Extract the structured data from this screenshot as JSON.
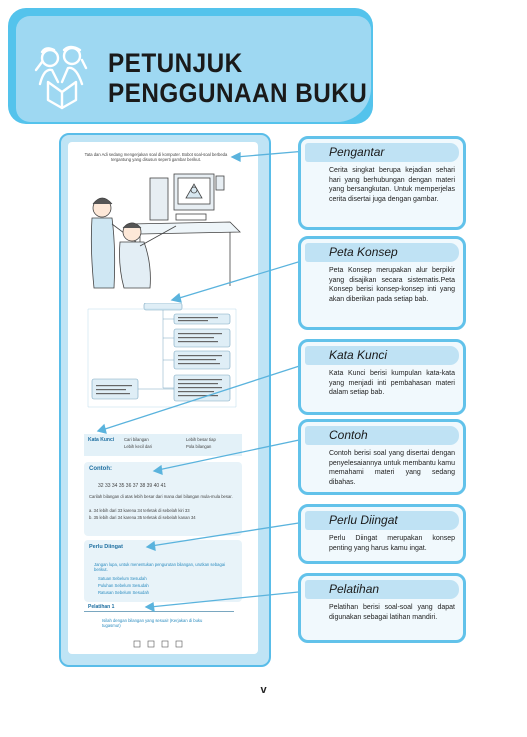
{
  "title": {
    "line1": "PETUNJUK",
    "line2": "PENGGUNAAN BUKU"
  },
  "callouts": [
    {
      "label": "Pengantar",
      "text": "Cerita singkat berupa kejadian sehari hari yang berhubungan dengan materi yang bersangkutan. Untuk memperjelas cerita disertai juga dengan gambar."
    },
    {
      "label": "Peta Konsep",
      "text": "Peta Konsep merupakan alur berpikir yang disajikan secara sistematis.Peta Konsep berisi konsep-konsep inti yang akan diberikan pada setiap bab."
    },
    {
      "label": "Kata Kunci",
      "text": "Kata Kunci berisi kumpulan kata-kata yang menjadi inti pembahasan materi dalam setiap bab."
    },
    {
      "label": "Contoh",
      "text": "Contoh berisi soal yang disertai dengan penyelesaiannya untuk membantu kamu memahami materi yang sedang dibahas."
    },
    {
      "label": "Perlu Diingat",
      "text": "Perlu Diingat merupakan konsep penting yang harus kamu ingat."
    },
    {
      "label": "Pelatihan",
      "text": "Pelatihan berisi soal-soal yang dapat digunakan sebagai latihan mandiri."
    }
  ],
  "book": {
    "intro_caption": "Tata dan Adi sedang mengerjakan soal di komputer. Bobot soal-soal berbeda tergantung yang disusun seperti gambar berikut.",
    "kata_kunci_label": "Kata Kunci",
    "kata_kunci_items": [
      "Cari bilangan",
      "Lebih besar tiap",
      "Lebih kecil dari",
      "Pola bilangan"
    ],
    "contoh_label": "Contoh:",
    "contoh_numbers": "32  33  34    35  36  37  38    39  40  41",
    "contoh_text": "Carilah bilangan di atas lebih besar dari mana dari bilangan mula-mula besar.",
    "contoh_items": [
      "a. 34 lebih dari 33 karena 34 terletak di sebelah kiri 33",
      "b. 35 lebih dari 34 karena 35 terletak di sebelah kanan 34"
    ],
    "perlu_label": "Perlu Diingat",
    "perlu_text": "Jangan lupa, untuk menentukan pengurutan bilangan, urutkan sebagai berikut.",
    "perlu_items": [
      "Satuan  Sebelum  Sesudah",
      "Puluhan  Sebelum  Sesudah",
      "Ratusan  Sebelum  Sesudah"
    ],
    "pelatihan_label": "Pelatihan 1",
    "pelatihan_text": "Isilah dengan bilangan yang sesuai! (Kerjakan di buku tugasmu!)"
  },
  "page_number": "v"
}
